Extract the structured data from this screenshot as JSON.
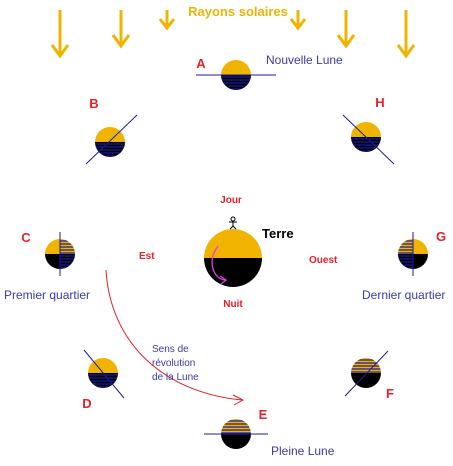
{
  "title": "Rayons solaires",
  "earth": {
    "label": "Terre",
    "day": "Jour",
    "night": "Nuit",
    "east": "Est",
    "west": "Ouest"
  },
  "phases": {
    "A": {
      "letter": "A",
      "name": "Nouvelle Lune"
    },
    "B": {
      "letter": "B"
    },
    "C": {
      "letter": "C",
      "name": "Premier quartier"
    },
    "D": {
      "letter": "D"
    },
    "E": {
      "letter": "E",
      "name": "Pleine Lune"
    },
    "F": {
      "letter": "F"
    },
    "G": {
      "letter": "G",
      "name": "Dernier quartier"
    },
    "H": {
      "letter": "H"
    }
  },
  "revolution": {
    "line1": "Sens de",
    "line2": "révolution",
    "line3": "de la Lune"
  },
  "colors": {
    "sun": "#f0b400",
    "night": "#000000",
    "hatch": "#1a1aa0",
    "labels": "#e8202a",
    "names": "#3a3aa0",
    "arrow": "#e8202a"
  }
}
